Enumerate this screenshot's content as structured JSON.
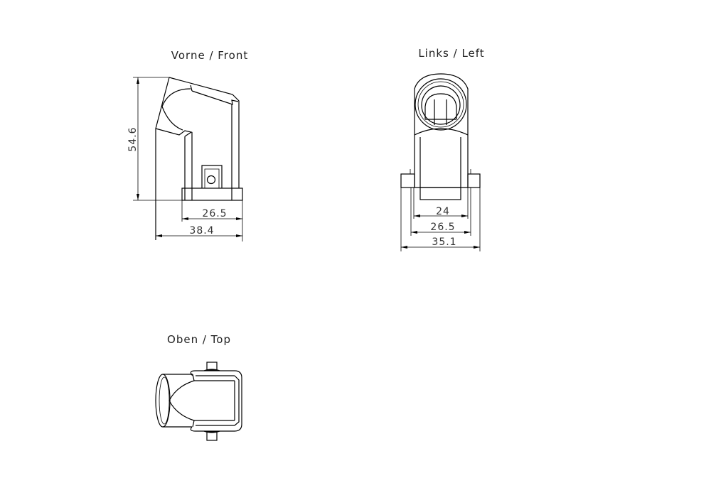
{
  "views": {
    "front": {
      "title": "Vorne  /  Front",
      "dims": {
        "height": "54.6",
        "base": "26.5",
        "overall": "38.4"
      }
    },
    "left": {
      "title": "Links  /  Left",
      "dims": {
        "inner": "24",
        "mid": "26.5",
        "overall": "35.1"
      }
    },
    "top": {
      "title": "Oben  /  Top"
    }
  }
}
